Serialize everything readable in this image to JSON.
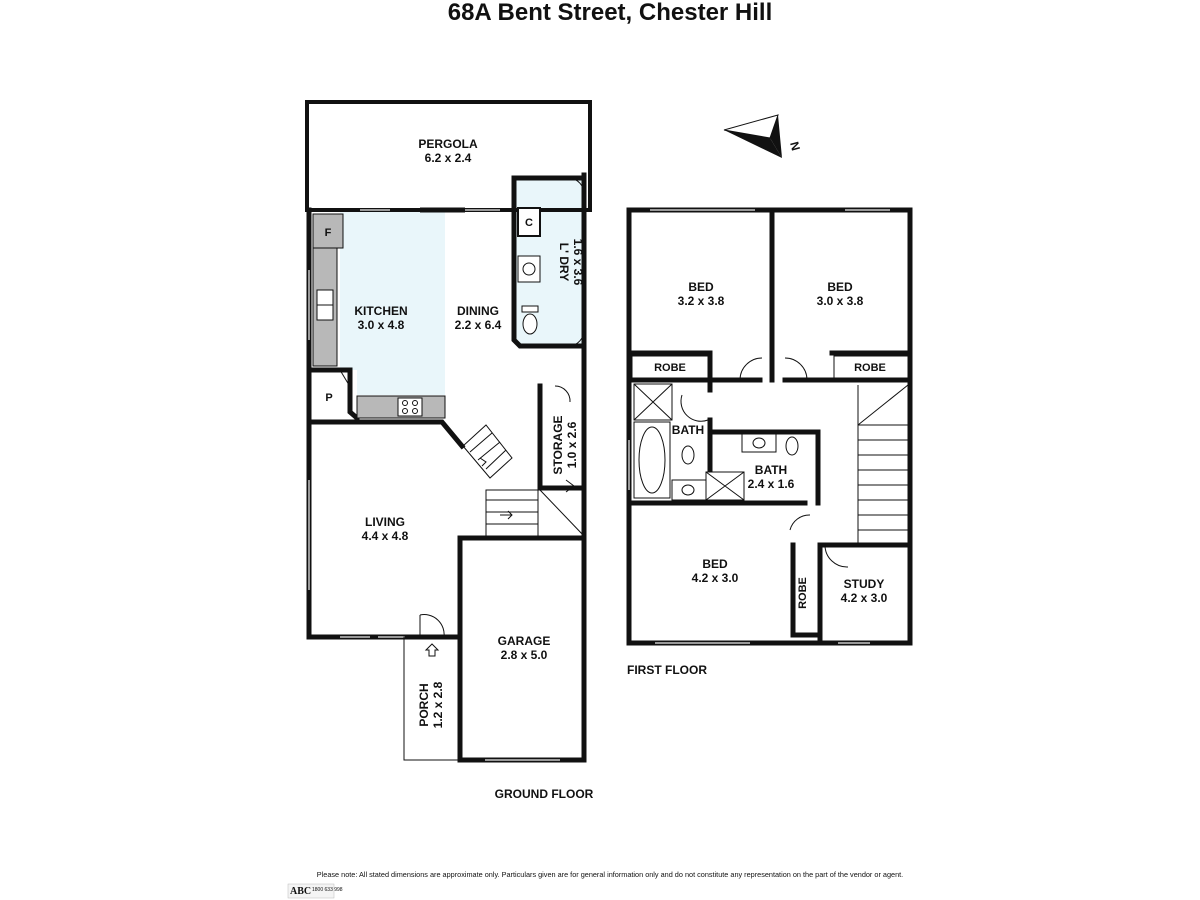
{
  "title": "68A Bent Street, Chester Hill",
  "ground_floor": {
    "label": "GROUND FLOOR",
    "rooms": {
      "pergola": {
        "name": "PERGOLA",
        "dim": "6.2 x 2.4"
      },
      "kitchen": {
        "name": "KITCHEN",
        "dim": "3.0 x 4.8"
      },
      "dining": {
        "name": "DINING",
        "dim": "2.2 x 6.4"
      },
      "laundry": {
        "name": "L' DRY",
        "dim": "1.6 x 3.6"
      },
      "storage": {
        "name": "STORAGE",
        "dim": "1.0 x 2.6"
      },
      "living": {
        "name": "LIVING",
        "dim": "4.4 x 4.8"
      },
      "garage": {
        "name": "GARAGE",
        "dim": "2.8 x 5.0"
      },
      "porch": {
        "name": "PORCH",
        "dim": "1.2 x 2.8"
      }
    },
    "markers": {
      "fridge": "F",
      "cupboard": "C",
      "pantry": "P"
    }
  },
  "first_floor": {
    "label": "FIRST FLOOR",
    "rooms": {
      "bed1": {
        "name": "BED",
        "dim": "3.2 x 3.8"
      },
      "bed2": {
        "name": "BED",
        "dim": "3.0 x 3.8"
      },
      "robe1": {
        "name": "ROBE"
      },
      "robe2": {
        "name": "ROBE"
      },
      "bath1": {
        "name": "BATH"
      },
      "bath2": {
        "name": "BATH",
        "dim": "2.4 x 1.6"
      },
      "bed3": {
        "name": "BED",
        "dim": "4.2 x 3.0"
      },
      "robe3": {
        "name": "ROBE"
      },
      "study": {
        "name": "STUDY",
        "dim": "4.2 x 3.0"
      }
    }
  },
  "compass": {
    "label": "N"
  },
  "disclaimer": "Please note: All stated dimensions are approximate only. Particulars given are for general information only and do not constitute any representation on the part of the vendor or agent.",
  "logo": {
    "text": "ABC",
    "phone": "1800 633 998"
  },
  "colors": {
    "wall": "#111111",
    "kitchen_floor": "#e9f6fa",
    "bench": "#b8b8b8"
  }
}
